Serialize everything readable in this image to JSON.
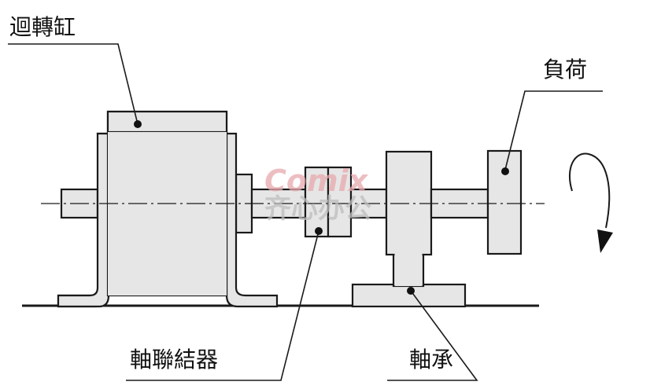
{
  "labels": {
    "motor": "迴轉缸",
    "load": "負荷",
    "coupling": "軸聯結器",
    "bearing": "軸承"
  },
  "watermark": {
    "brand": "Comix",
    "cn": "齐心办公",
    "colors": {
      "accent": "#e8a9ad",
      "gray": "#bdbdbd"
    }
  },
  "colors": {
    "part_fill": "#e6e6e6",
    "stroke": "#1a1a1a"
  }
}
